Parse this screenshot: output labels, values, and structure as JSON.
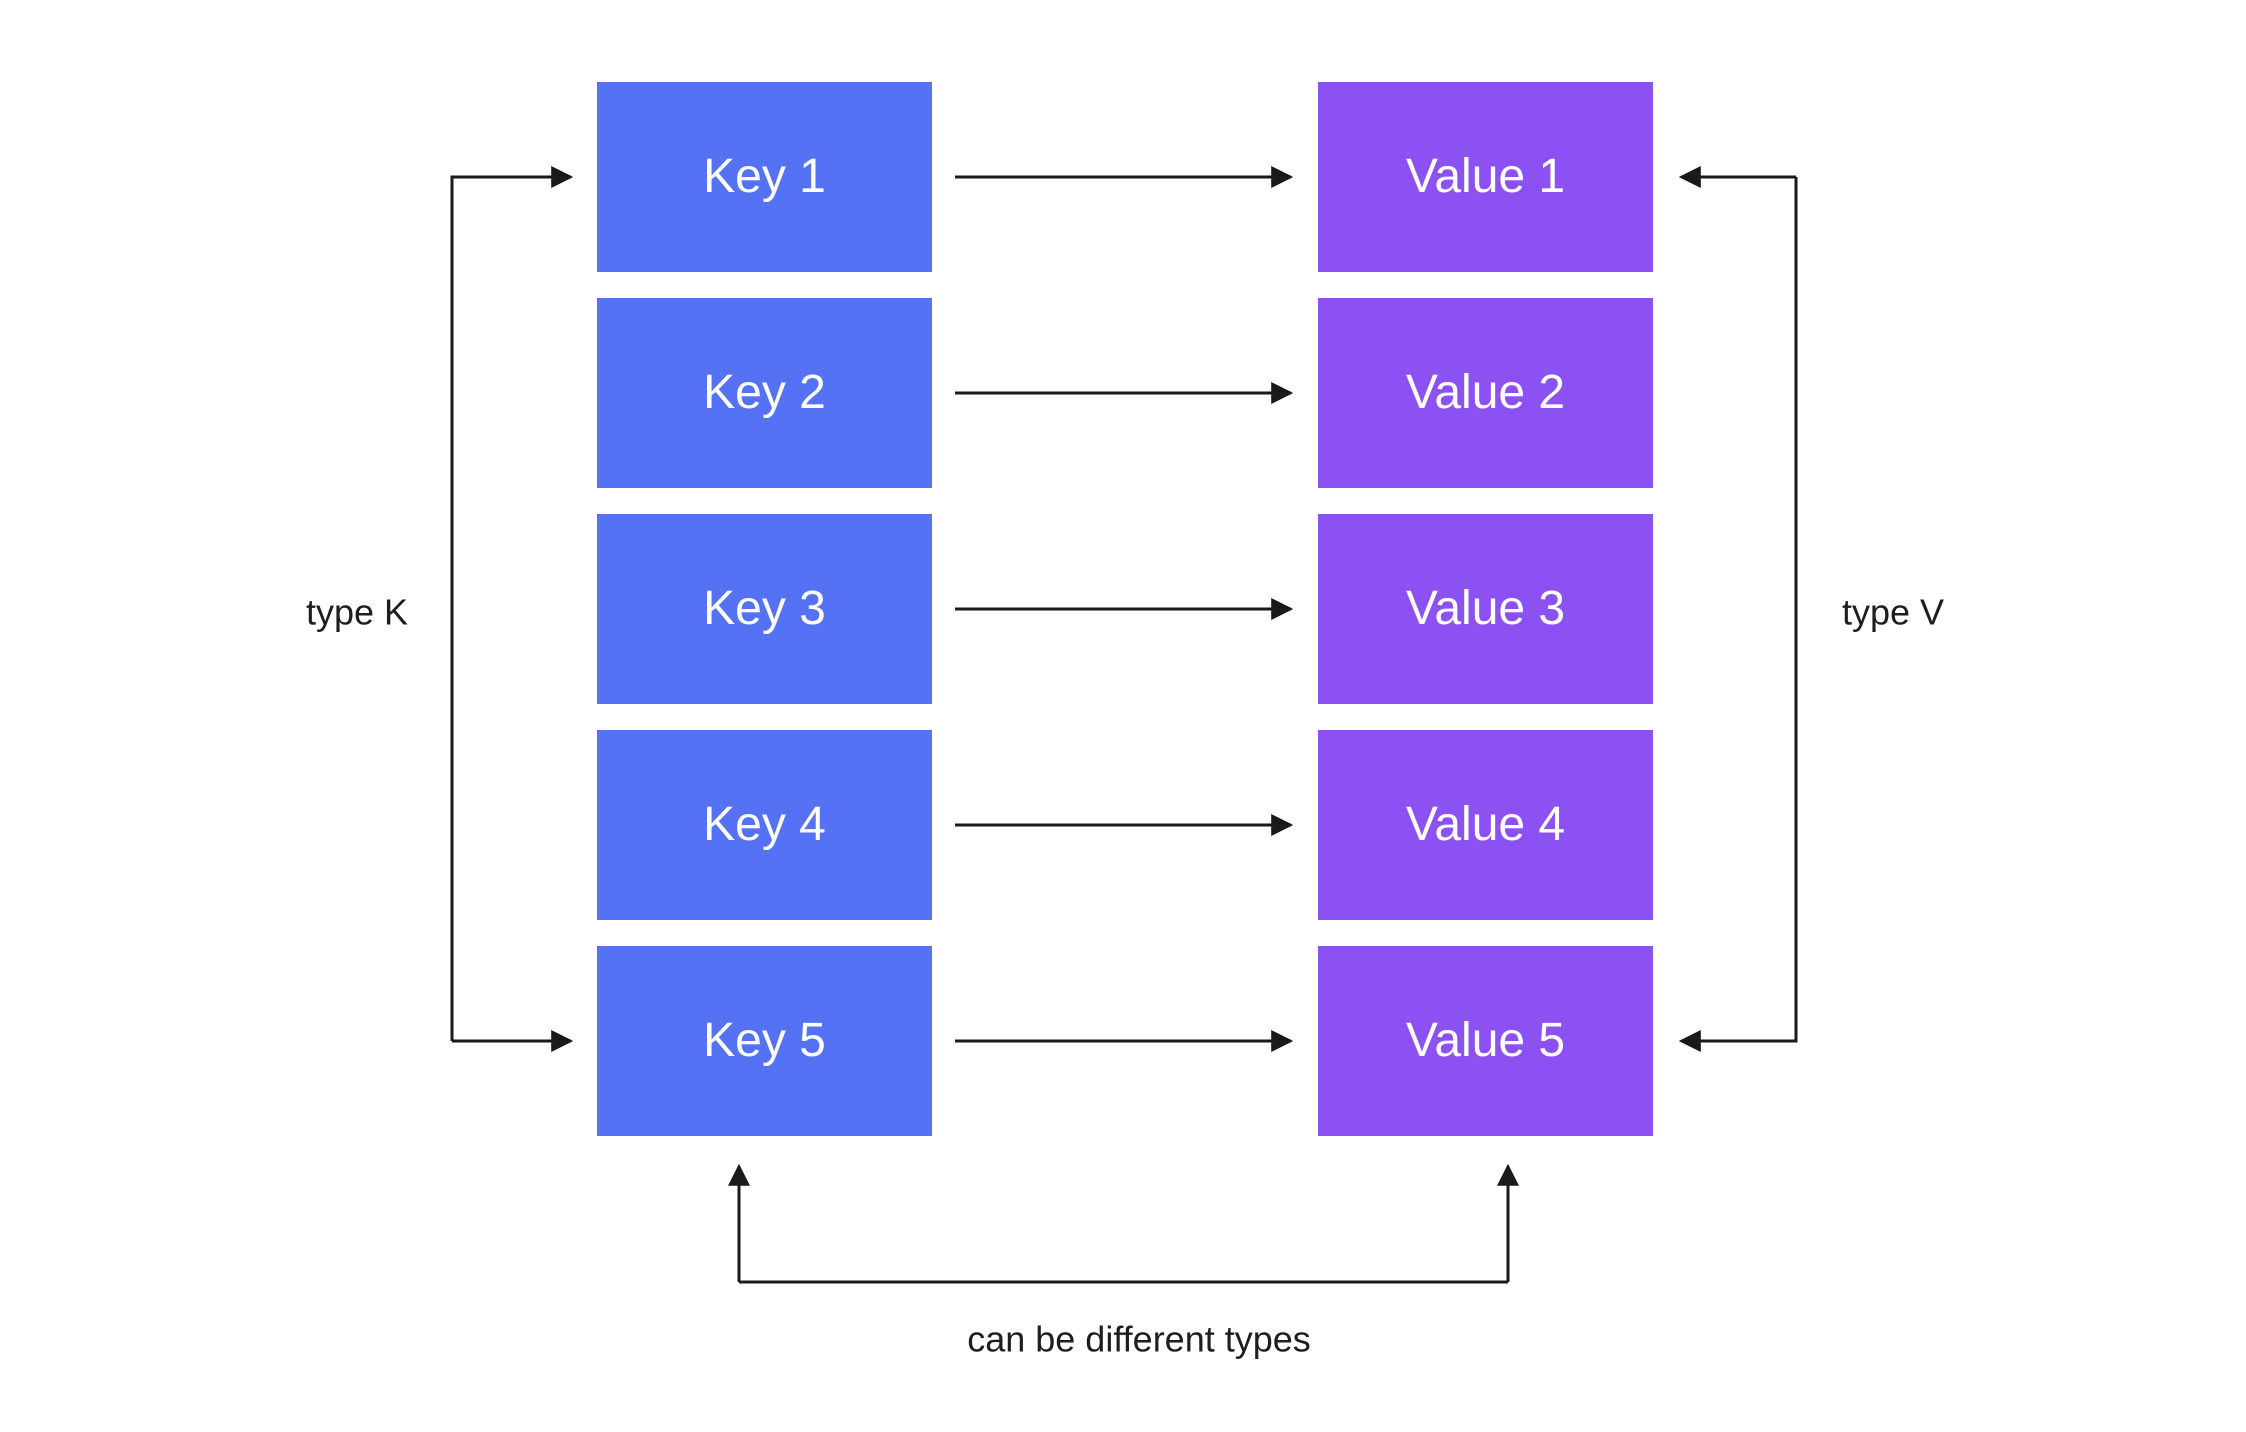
{
  "keys": {
    "items": [
      "Key 1",
      "Key 2",
      "Key 3",
      "Key 4",
      "Key 5"
    ]
  },
  "values": {
    "items": [
      "Value 1",
      "Value 2",
      "Value 3",
      "Value 4",
      "Value 5"
    ]
  },
  "labels": {
    "type_k": "type K",
    "type_v": "type V",
    "bottom_note": "can be different types"
  },
  "colors": {
    "key_box": "#5472f3",
    "value_box": "#8b51f3",
    "arrow": "#1a1a1a",
    "box_text": "#ffffff",
    "label_text": "#1e1e1e",
    "background": "#ffffff"
  }
}
